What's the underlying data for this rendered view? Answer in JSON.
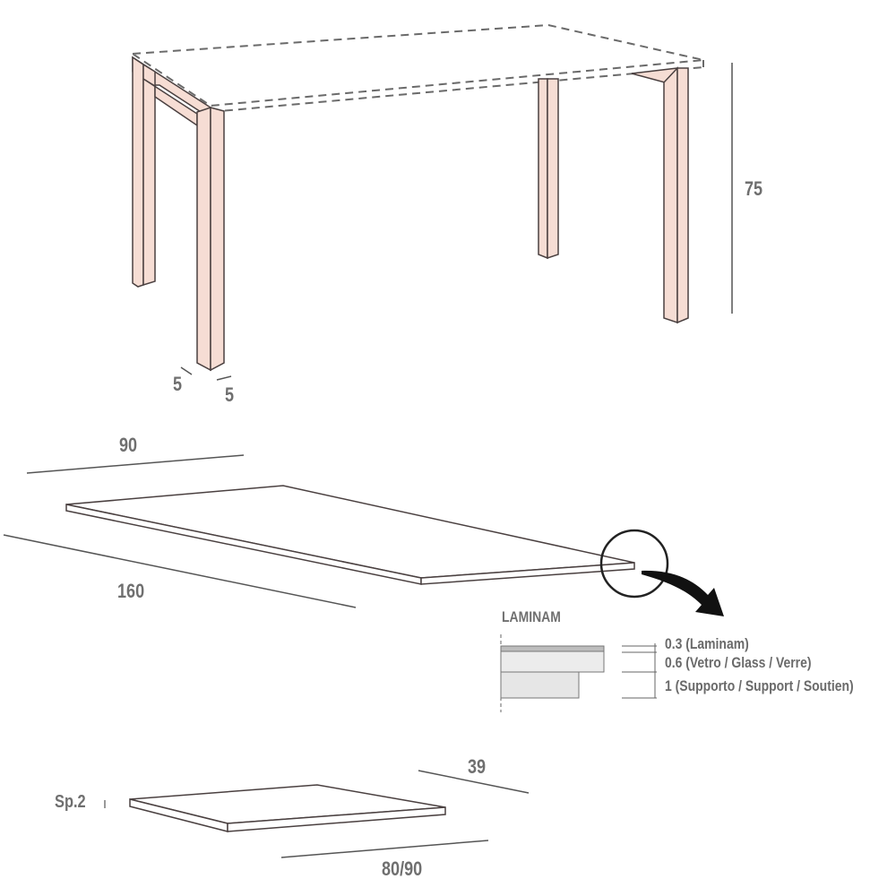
{
  "colors": {
    "leg_fill": "#f6ddd4",
    "outline": "#4a4040",
    "dashed": "#6a6a6a",
    "dim_line": "#555555",
    "label": "#6f6f6f",
    "arrow": "#111111",
    "laminam_layer": "#bdbdbd",
    "glass_layer": "#ececec",
    "support_layer": "#e6e6e6"
  },
  "table": {
    "height_label": "75",
    "leg_depth_label": "5",
    "leg_width_label": "5"
  },
  "top": {
    "depth_label": "90",
    "length_label": "160"
  },
  "detail": {
    "title": "LAMINAM",
    "layers": [
      {
        "label": "0.3 (Laminam)"
      },
      {
        "label": "0.6 (Vetro / Glass / Verre)"
      },
      {
        "label": "1 (Supporto / Support / Soutien)"
      }
    ]
  },
  "shelf": {
    "thickness_label": "Sp.2",
    "depth_label": "39",
    "length_label": "80/90"
  },
  "icons": {
    "magnifier": "detail-circle-icon",
    "arrow": "curved-arrow-icon"
  }
}
